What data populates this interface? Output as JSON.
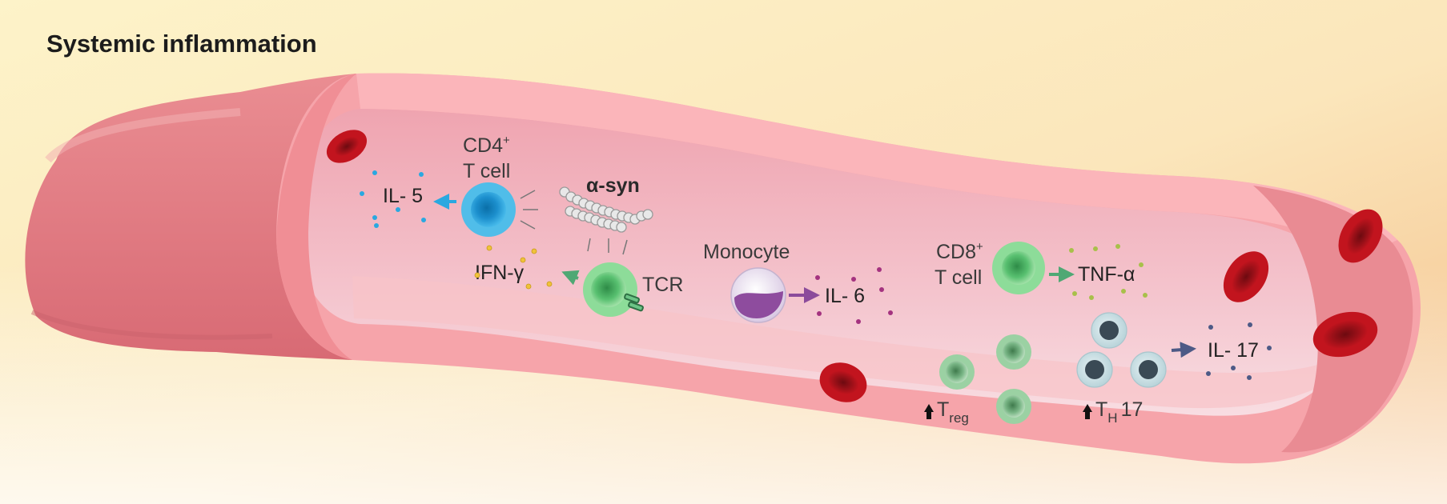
{
  "title": "Systemic inflammation",
  "labels": {
    "cd4_line1": "CD4",
    "cd4_sup": "+",
    "cd4_line2": "T cell",
    "il5": "IL- 5",
    "asyn": "α-syn",
    "ifng": "IFN-γ",
    "tcr": "TCR",
    "monocyte": "Monocyte",
    "il6": "IL- 6",
    "cd8_line1": "CD8",
    "cd8_sup": "+",
    "cd8_line2": "T cell",
    "tnfa": "TNF-α",
    "treg_main": "T",
    "treg_sub": "reg",
    "th17_main": "T",
    "th17_sub": "H",
    "th17_num": "17",
    "il17": "IL- 17"
  },
  "colors": {
    "background_top": "#fdf0c4",
    "background_right": "#f6c78e",
    "vessel_wall": "#f39ea3",
    "vessel_outer": "#e57f88",
    "lumen": "#f7c8d0",
    "rbc": "#b5121b",
    "cd4_cell": "#2aa8e0",
    "t_cell_green": "#52c06a",
    "monocyte": "#9c5aa8",
    "treg_cell": "#5fa66f",
    "th17_cell": "#3a4a55",
    "il5_dots": "#2aa8e0",
    "ifng_dots": "#f0c23a",
    "il6_dots": "#a4327f",
    "tnfa_dots": "#a8c04a",
    "il17_dots": "#4d5a86"
  },
  "icons": [
    "up-arrow-icon",
    "arrow-icon",
    "red-blood-cell-icon",
    "alpha-synuclein-chain-icon"
  ]
}
